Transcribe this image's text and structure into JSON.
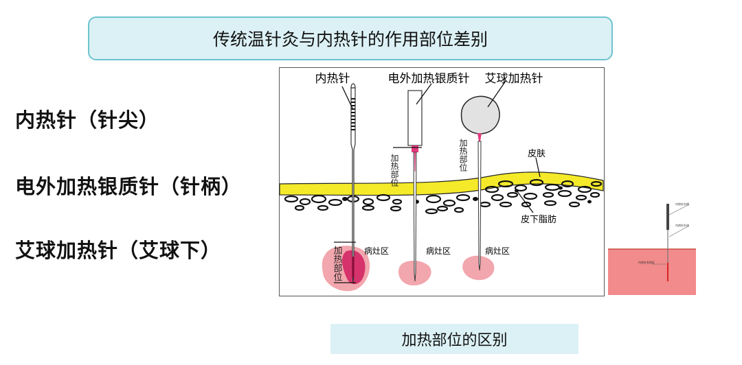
{
  "header": {
    "title": "传统温针灸与内热针的作用部位差别"
  },
  "labels": {
    "row1": "内热针（针尖）",
    "row2": "电外加热银质针（针柄）",
    "row3": "艾球加热针（艾球下）"
  },
  "diagram": {
    "needle1_label": "内热针",
    "needle2_label": "电外加热银质针",
    "needle3_label": "艾球加热针",
    "heat_label": "加热部位",
    "skin_label": "皮肤",
    "fat_label": "皮下脂肪",
    "lesion_label": "病灶区"
  },
  "inset": {
    "label_top": "内热针针柄",
    "label_mid": "内热针针体",
    "label_low": "内热针发热区"
  },
  "caption": "加热部位的区别",
  "colors": {
    "title_bg": "#dcf1f5",
    "title_border": "#6cc3cf",
    "skin": "#f5ea2a",
    "lesion": "#f2a6ad",
    "heat": "#d6336c",
    "inset_tissue": "#f28b8b"
  }
}
